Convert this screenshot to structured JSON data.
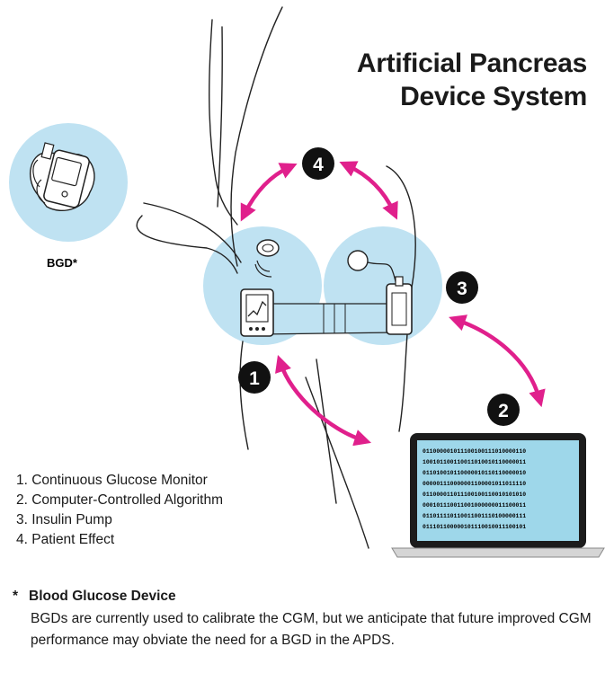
{
  "title": {
    "line1": "Artificial Pancreas",
    "line2": "Device System"
  },
  "bgd_label": "BGD*",
  "badges": [
    "1",
    "2",
    "3",
    "4"
  ],
  "legend": {
    "items": [
      "1. Continuous Glucose Monitor",
      "2. Computer-Controlled Algorithm",
      "3. Insulin Pump",
      "4. Patient Effect"
    ]
  },
  "footnote": {
    "marker": "*",
    "title": "Blood Glucose Device",
    "body": "BGDs are currently used to calibrate the CGM, but we anticipate that future improved CGM performance may obviate the need for a BGD in the APDS."
  },
  "laptop_code": [
    "011000001011100100111010000110",
    "100101100110011010010110000011",
    "011010010110000010110110000010",
    "000001110000001100001011011110",
    "011000011011100100110010101010",
    "000101110011001000000011100011",
    "011011110110011001110100000111",
    "011101100000101110010011100101"
  ],
  "colors": {
    "accent_arrow": "#e0208c",
    "highlight_circle": "#bfe2f2",
    "badge": "#111111",
    "screen": "#9ed7ea",
    "outline": "#222222"
  }
}
